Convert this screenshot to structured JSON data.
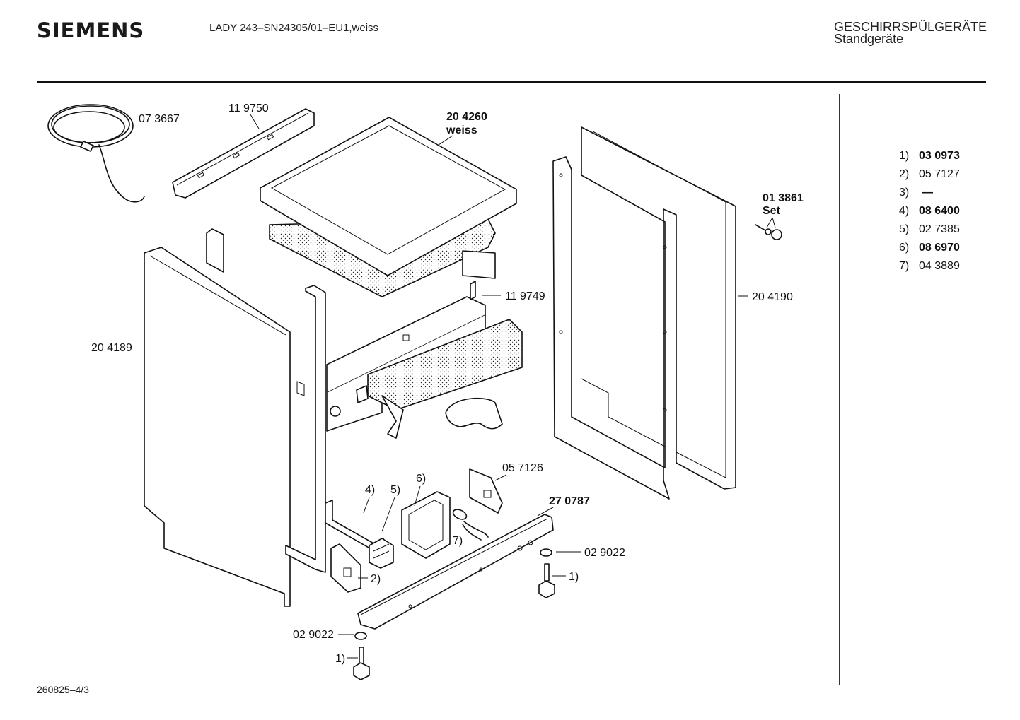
{
  "header": {
    "brand": "SIEMENS",
    "model": "LADY 243–SN24305/01–EU1,weiss",
    "category_line1": "GESCHIRRSPÜLGERÄTE",
    "category_line2": "Standgeräte"
  },
  "footer": {
    "doc_id": "260825–4/3"
  },
  "legend": [
    {
      "index": "1)",
      "part": "03 0973"
    },
    {
      "index": "2)",
      "part": "05 7127"
    },
    {
      "index": "3)",
      "part": "—"
    },
    {
      "index": "4)",
      "part": "08 6400"
    },
    {
      "index": "5)",
      "part": "02 7385"
    },
    {
      "index": "6)",
      "part": "08 6970"
    },
    {
      "index": "7)",
      "part": "04 3889"
    }
  ],
  "callouts": {
    "power_cord": "07 3667",
    "rear_rail": "11 9750",
    "worktop": "20 4260",
    "worktop_color": "weiss",
    "cap_set": "01 3861",
    "cap_set_word": "Set",
    "front_rail": "11 9749",
    "right_panel": "20 4190",
    "left_panel": "20 4189",
    "bracket_57126": "05 7126",
    "base_rail": "27 0787",
    "nut_right": "02 9022",
    "nut_left": "02 9022",
    "ref_1_right": "1)",
    "ref_1_left": "1)",
    "ref_2": "2)",
    "ref_4": "4)",
    "ref_5": "5)",
    "ref_6": "6)",
    "ref_7": "7)"
  }
}
